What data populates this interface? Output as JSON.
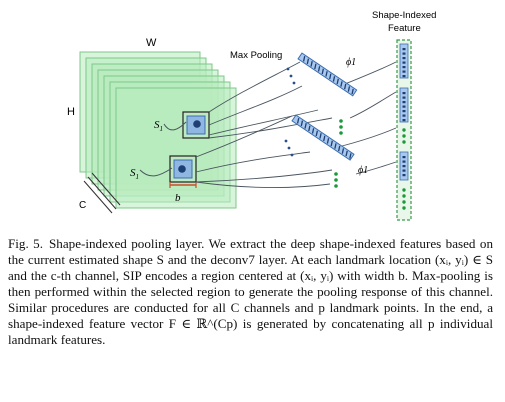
{
  "figure": {
    "label_sif": "Shape-Indexed",
    "label_sif2": "Feature",
    "label_w": "W",
    "label_h": "H",
    "label_c": "C",
    "label_maxpool": "Max Pooling",
    "label_s1_top": "S",
    "label_s1_top_sub": "1",
    "label_s1_bot": "S",
    "label_s1_bot_sub": "1",
    "label_b": "b",
    "label_phi_top": "ϕ1",
    "label_phi_bot": "ϕ1",
    "colors": {
      "green": "#9fe0a6",
      "green_edge": "#7cc98a",
      "blue": "#3b6fb0",
      "dark_blue": "#1d3f73",
      "red": "#d24a2a",
      "dashed_green": "#3a9a4a",
      "dot_green": "#1c9a3a",
      "dot_blue": "#2a4f8a",
      "curve": "#4a5560"
    }
  },
  "caption": {
    "head": "Fig. 5.",
    "text": "Shape-indexed pooling layer. We extract the deep shape-indexed features based on the current estimated shape S and the deconv7 layer. At each landmark location (xᵢ, yᵢ) ∈ S and the c-th channel, SIP encodes a region centered at (xᵢ, yᵢ) with width b. Max-pooling is then performed within the selected region to generate the pooling response of this channel. Similar procedures are conducted for all C channels and p landmark points. In the end, a shape-indexed feature vector F ∈ ℝ^(Cp) is generated by concatenating all p individual landmark features."
  }
}
